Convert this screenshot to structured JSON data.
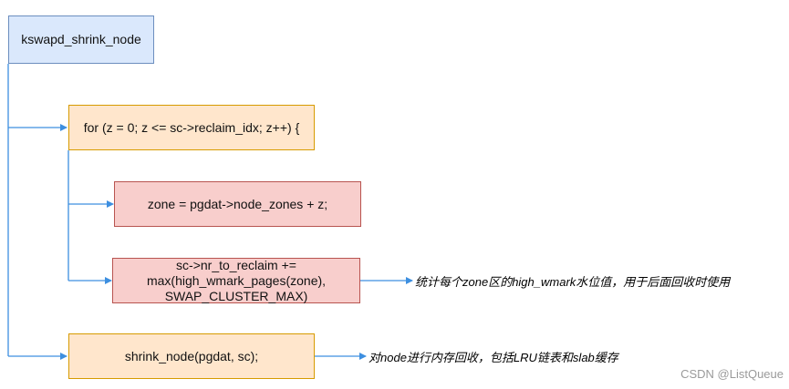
{
  "nodes": {
    "root": "kswapd_shrink_node",
    "loop": "for (z = 0; z <= sc->reclaim_idx; z++) {",
    "zone": "zone = pgdat->node_zones + z;",
    "reclaim_line1": "sc->nr_to_reclaim +=",
    "reclaim_line2": "max(high_wmark_pages(zone),",
    "reclaim_line3": "SWAP_CLUSTER_MAX)",
    "shrink": "shrink_node(pgdat, sc);"
  },
  "notes": {
    "reclaim": "统计每个zone区的high_wmark水位值，用于后面回收时使用",
    "shrink": "对node进行内存回收，包括LRU链表和slab缓存"
  },
  "watermark": "CSDN @ListQueue",
  "colors": {
    "connector": "#3d8fe0",
    "blue_fill": "#dae8fc",
    "orange_fill": "#ffe6cc",
    "red_fill": "#f8cecc"
  }
}
